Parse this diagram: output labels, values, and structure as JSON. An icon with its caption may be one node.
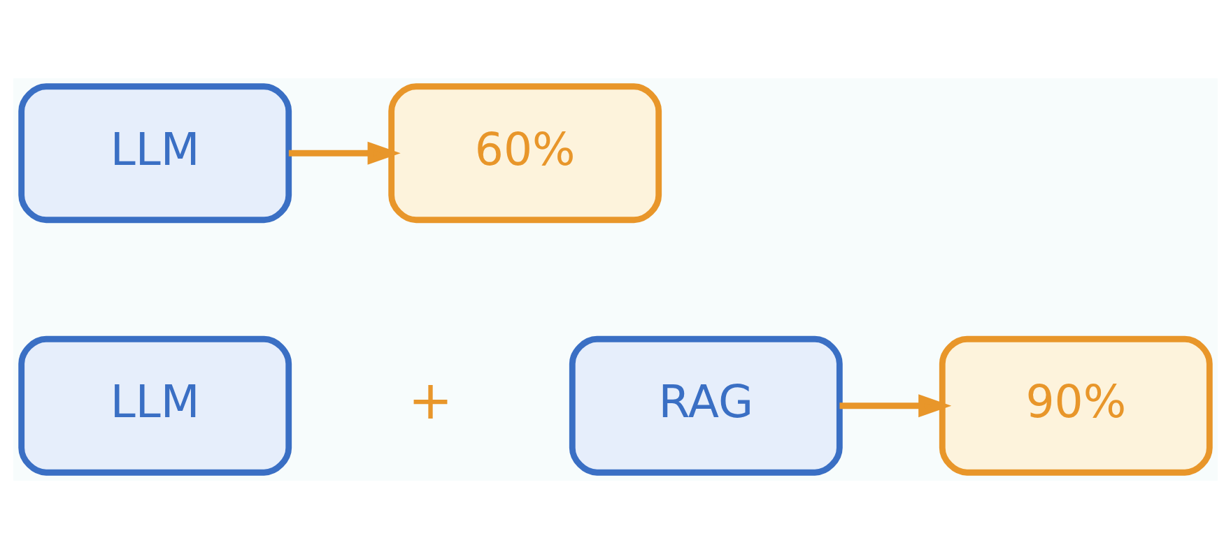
{
  "diagram": {
    "nodes": [
      {
        "text": [
          "LLM"
        ]
      },
      {
        "text": [
          "60%"
        ]
      },
      {
        "text": [
          "LLM"
        ]
      },
      {
        "text": [
          "RAG"
        ]
      },
      {
        "text": [
          "90%"
        ]
      }
    ],
    "edges": [
      {
        "from": 0,
        "to": 1,
        "arrow": "to"
      },
      {
        "from": 3,
        "to": 4,
        "arrow": "to"
      }
    ],
    "labels": [
      "+"
    ]
  }
}
